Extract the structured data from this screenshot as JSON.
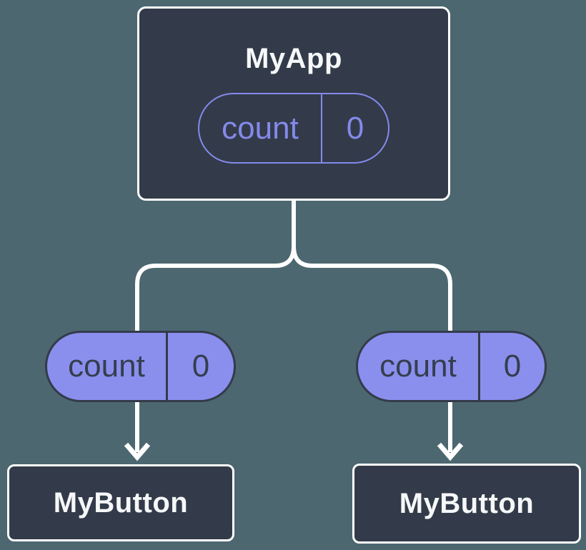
{
  "diagram": {
    "root": {
      "label": "MyApp",
      "prop": {
        "name": "count",
        "value": "0"
      }
    },
    "children": [
      {
        "label": "MyButton",
        "prop": {
          "name": "count",
          "value": "0"
        }
      },
      {
        "label": "MyButton",
        "prop": {
          "name": "count",
          "value": "0"
        }
      }
    ]
  },
  "colors": {
    "background": "#4C6770",
    "node_fill": "#333B4A",
    "node_border": "#FFFFFF",
    "edge": "#FFFFFF",
    "pill_fill": "#8A8FEE",
    "pill_outline": "#848AEB",
    "pill_text_dark": "#353E4D",
    "title_text": "#F6F7F8"
  }
}
